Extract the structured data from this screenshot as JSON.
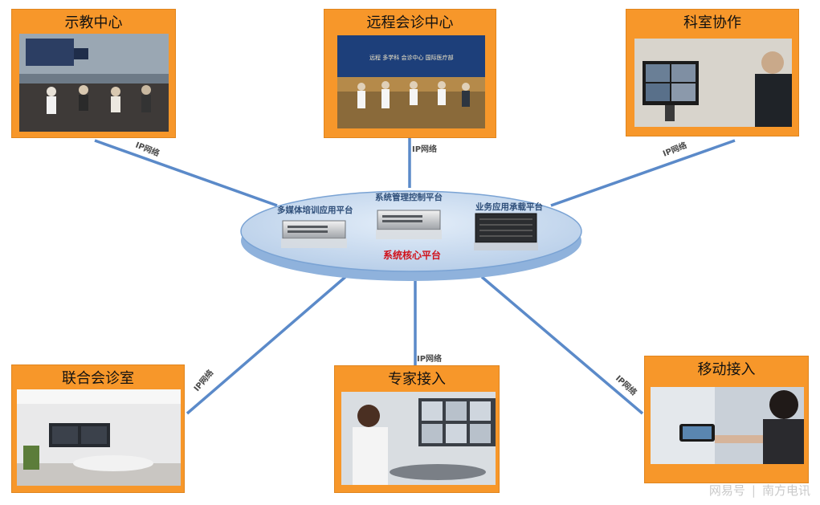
{
  "nodes": {
    "teaching_center": "示教中心",
    "remote_consult_center": "远程会诊中心",
    "department_collab": "科室协作",
    "joint_consult_room": "联合会诊室",
    "expert_access": "专家接入",
    "mobile_access": "移动接入"
  },
  "edge_label": "IP网络",
  "platforms": {
    "multimedia_training": "多媒体培训应用平台",
    "system_management": "系统管理控制平台",
    "business_application": "业务应用承载平台",
    "core": "系统核心平台"
  },
  "photo_caption": "远程  多学科  会诊中心  国际医疗部",
  "watermark": {
    "left": "网易号",
    "separator": "|",
    "right": "南方电讯"
  },
  "colors": {
    "node_orange": "#f7972a",
    "edge_blue": "#5b8ac9",
    "platform_fill": "#b9cfe9",
    "platform_edge": "#7aa3d4",
    "core_red": "#d0121b"
  }
}
